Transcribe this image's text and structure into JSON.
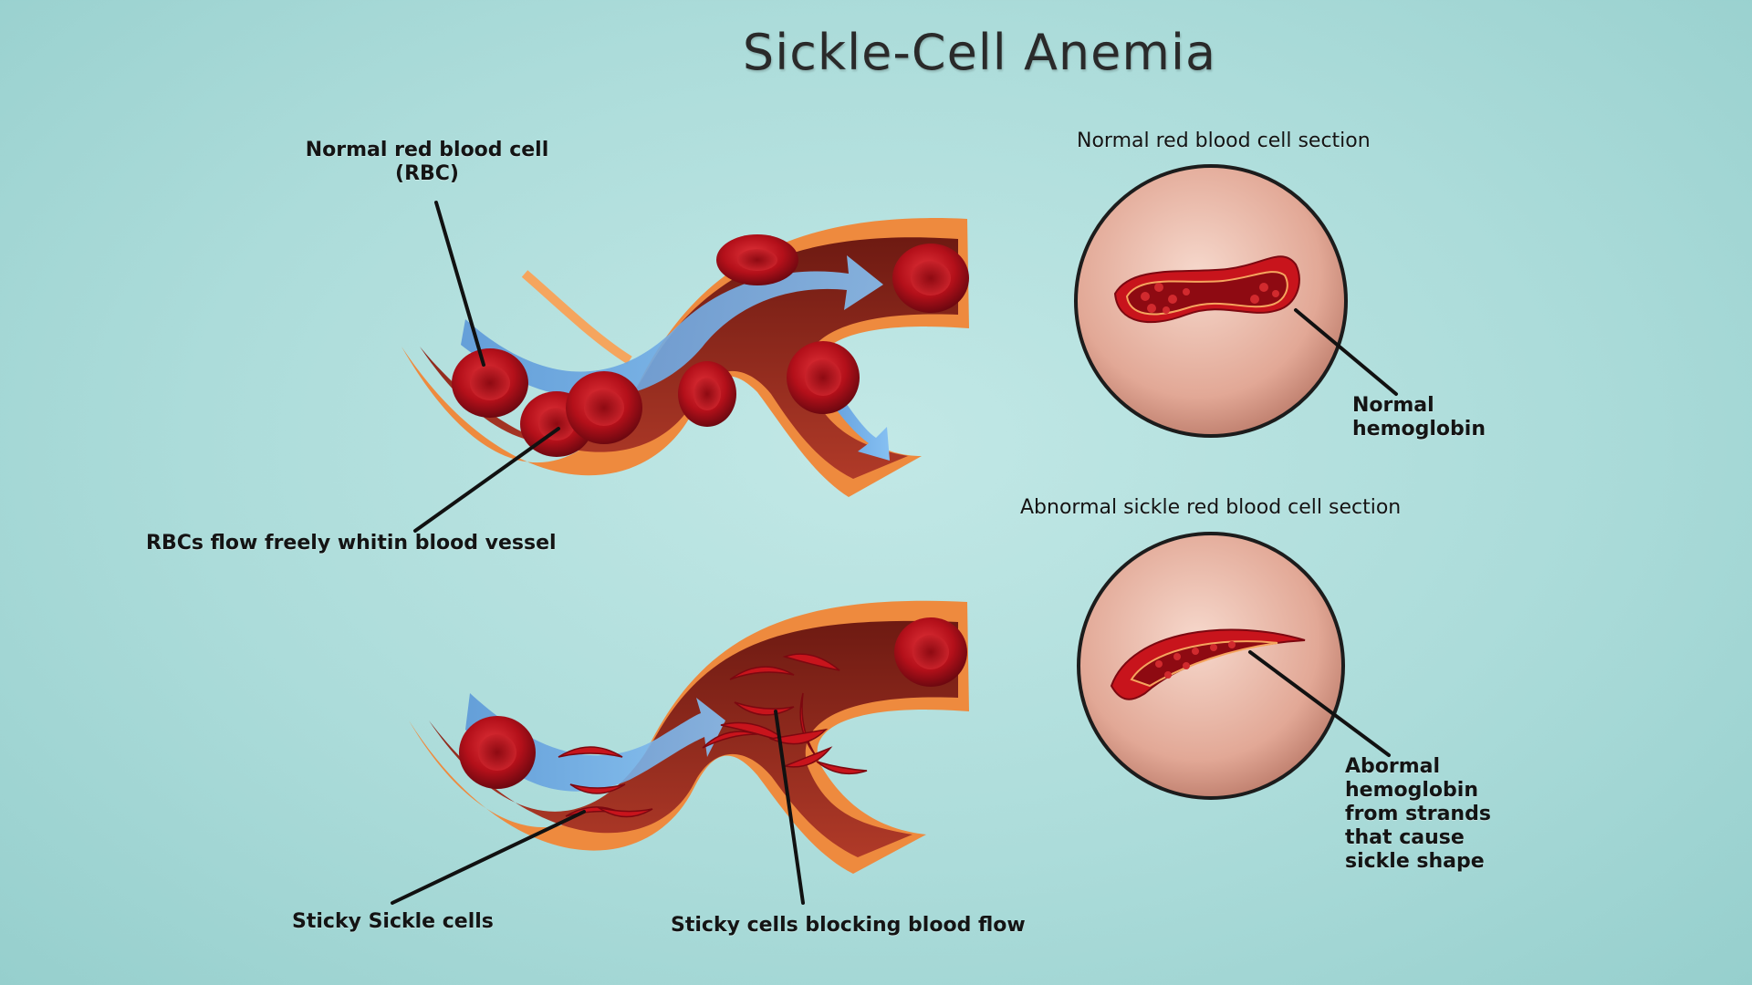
{
  "title": "Sickle-Cell Anemia",
  "labels": {
    "normal_rbc_line1": "Normal red blood cell",
    "normal_rbc_line2": "(RBC)",
    "flow_freely": "RBCs flow freely whitin blood vessel",
    "sticky_sickle": "Sticky Sickle cells",
    "blocking": "Sticky cells blocking blood flow",
    "normal_section": "Normal red blood cell section",
    "normal_hemoglobin_line1": "Normal",
    "normal_hemoglobin_line2": "hemoglobin",
    "abnormal_section": "Abnormal sickle red blood cell section",
    "abnormal_hb_line1": "Abormal",
    "abnormal_hb_line2": "hemoglobin",
    "abnormal_hb_line3": "from strands",
    "abnormal_hb_line4": "that cause",
    "abnormal_hb_line5": "sickle shape"
  },
  "colors": {
    "background": "#acdcda",
    "vessel_outer": "#f08a3c",
    "vessel_inner": "#8a2418",
    "blood_cell": "#c8141c",
    "flow_arrow": "#6ba7e6"
  }
}
